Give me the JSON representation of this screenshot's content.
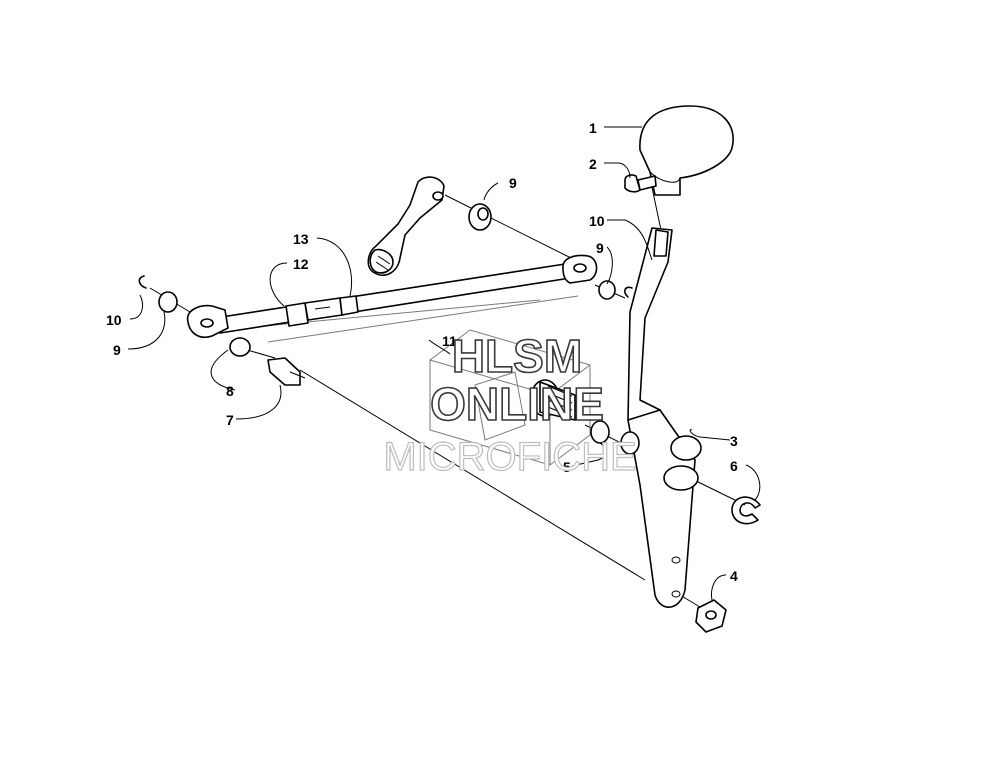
{
  "callouts": {
    "c1": "1",
    "c2": "2",
    "c3": "3",
    "c4": "4",
    "c5": "5",
    "c6": "6",
    "c7": "7",
    "c8": "8",
    "c9_top": "9",
    "c9_right": "9",
    "c9_left": "9",
    "c10_right": "10",
    "c10_left": "10",
    "c11": "11",
    "c12": "12",
    "c13": "13"
  },
  "watermark": {
    "line1": "HLSM",
    "line2": "ONLINE",
    "line3": "MICROFICHE"
  }
}
